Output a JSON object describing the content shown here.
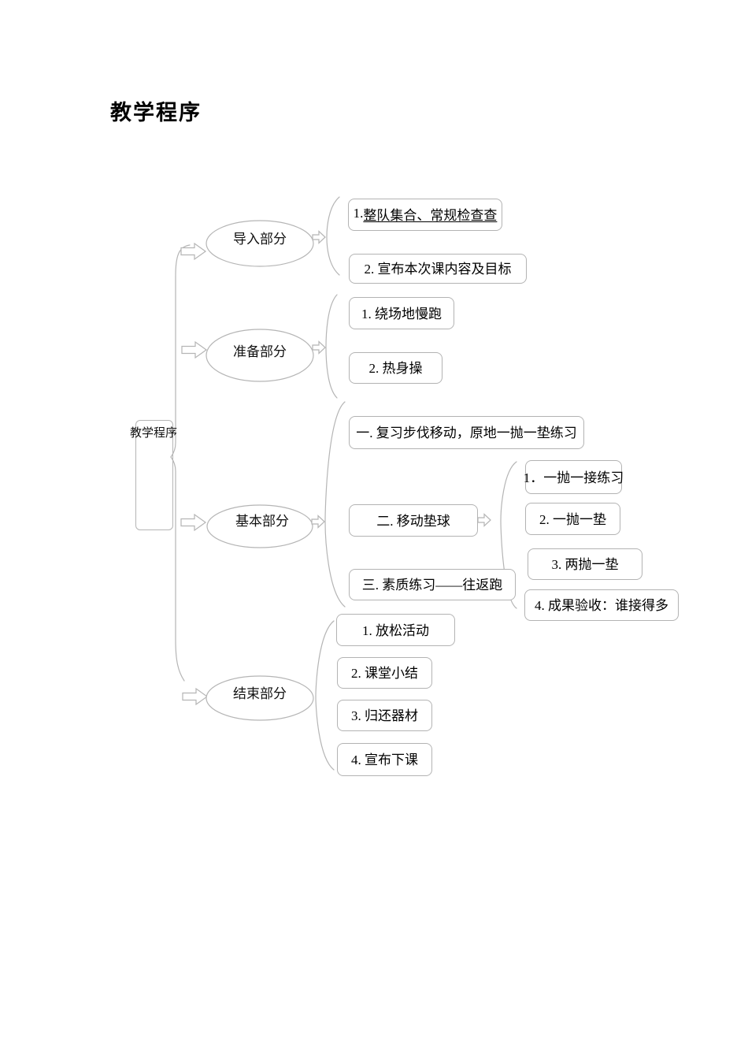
{
  "title": "教学程序",
  "root": {
    "label": "教学程序"
  },
  "theme": {
    "line_color": "#b5b5b5"
  },
  "branches": {
    "intro": {
      "label": "导入部分",
      "items": [
        {
          "prefix": "1. ",
          "underlined": "整队集合、常规检查查"
        },
        {
          "text": "2. 宣布本次课内容及目标"
        }
      ]
    },
    "prep": {
      "label": "准备部分",
      "items": [
        {
          "text": "1. 绕场地慢跑"
        },
        {
          "text": "2. 热身操"
        }
      ]
    },
    "basic": {
      "label": "基本部分",
      "items": [
        {
          "text": "一. 复习步伐移动，原地一抛一垫练习"
        },
        {
          "text": "二. 移动垫球"
        },
        {
          "text": "三. 素质练习——往返跑"
        }
      ],
      "sub_items": [
        {
          "text": "1．一抛一接练习"
        },
        {
          "text": "2. 一抛一垫"
        },
        {
          "text": "3. 两抛一垫"
        },
        {
          "text": "4. 成果验收：谁接得多"
        }
      ]
    },
    "end": {
      "label": "结束部分",
      "items": [
        {
          "text": "1. 放松活动"
        },
        {
          "text": "2. 课堂小结"
        },
        {
          "text": "3. 归还器材"
        },
        {
          "text": "4. 宣布下课"
        }
      ]
    }
  }
}
